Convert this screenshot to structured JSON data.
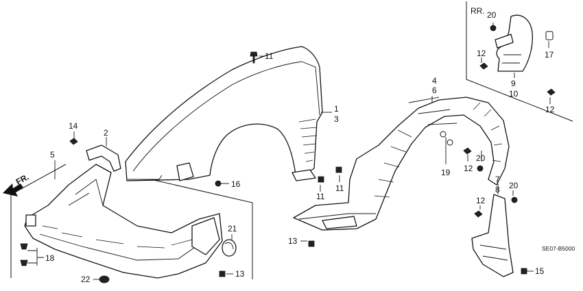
{
  "inset": {
    "title": "RR."
  },
  "direction": {
    "label": "FR."
  },
  "diagram_code": "SE07-B5000",
  "callouts": {
    "c1": "1",
    "c3": "3",
    "c2": "2",
    "c4": "4",
    "c6": "6",
    "c5": "5",
    "c7": "7",
    "c8": "8",
    "c9": "9",
    "c10": "10",
    "c11a": "11",
    "c11b": "11",
    "c11c": "11",
    "c12a": "12",
    "c12b": "12",
    "c12c": "12",
    "c12d": "12",
    "c13a": "13",
    "c13b": "13",
    "c14": "14",
    "c15": "15",
    "c16": "16",
    "c17": "17",
    "c18": "18",
    "c19": "19",
    "c20a": "20",
    "c20b": "20",
    "c20c": "20",
    "c21": "21",
    "c22": "22"
  }
}
